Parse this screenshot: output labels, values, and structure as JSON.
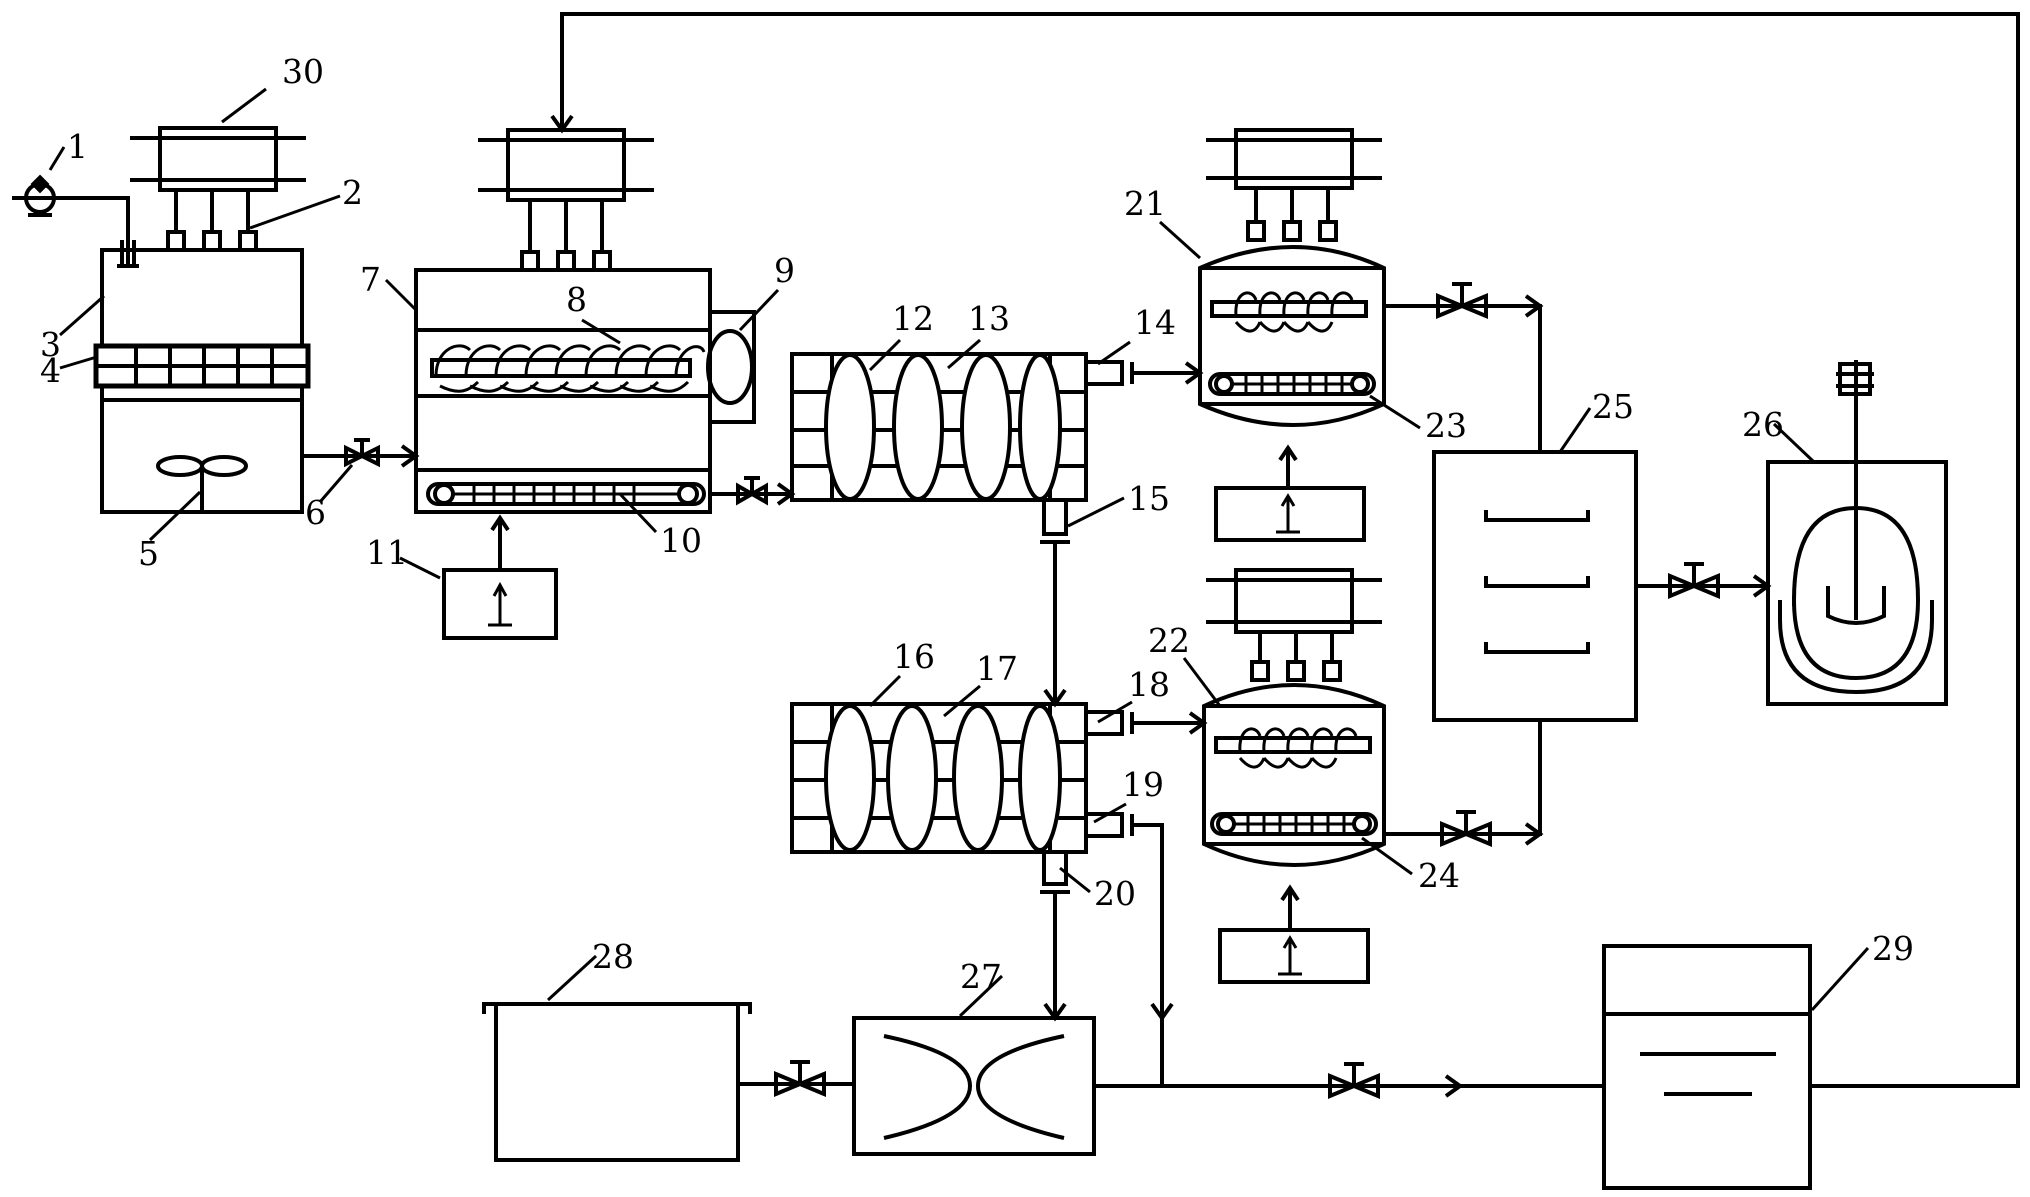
{
  "diagram": {
    "reference_numerals": [
      "1",
      "2",
      "3",
      "4",
      "5",
      "6",
      "7",
      "8",
      "9",
      "10",
      "11",
      "12",
      "13",
      "14",
      "15",
      "16",
      "17",
      "18",
      "19",
      "20",
      "21",
      "22",
      "23",
      "24",
      "25",
      "26",
      "27",
      "28",
      "29",
      "30"
    ]
  }
}
